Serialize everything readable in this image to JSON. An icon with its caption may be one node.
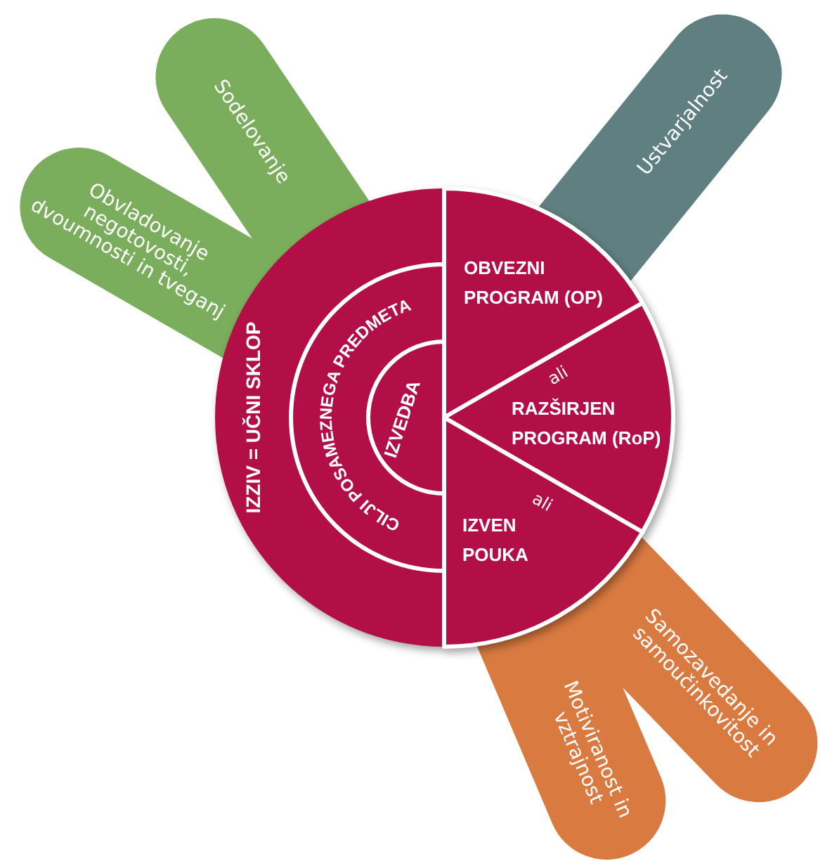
{
  "diagram": {
    "nodes": [
      {
        "text": [
          "Sodelovanje"
        ]
      },
      {
        "text": [
          "Obvladovanje negotovosti, dvoumnosti in tveganj"
        ]
      },
      {
        "text": [
          "Ustvarjalnost"
        ]
      },
      {
        "text": [
          "Samozavedanje in samoučinkovitost"
        ]
      },
      {
        "text": [
          "Motiviranost in vztrajnost"
        ]
      },
      {
        "text": [
          "IZZIV = UČNI SKLOP"
        ]
      },
      {
        "text": [
          "CILJI POSAMEZNEGA PREDMETA"
        ],
        "in": 5
      },
      {
        "text": [
          "IZVEDBA"
        ],
        "in": 6
      },
      {
        "text": [
          "OBVEZNI PROGRAM (OP)"
        ]
      },
      {
        "text": [
          "RAZŠIRJEN PROGRAM (RoP)"
        ]
      },
      {
        "text": [
          "IZVEN POUKA"
        ]
      }
    ],
    "edges": [],
    "labels": [
      "ali",
      "ali"
    ]
  }
}
